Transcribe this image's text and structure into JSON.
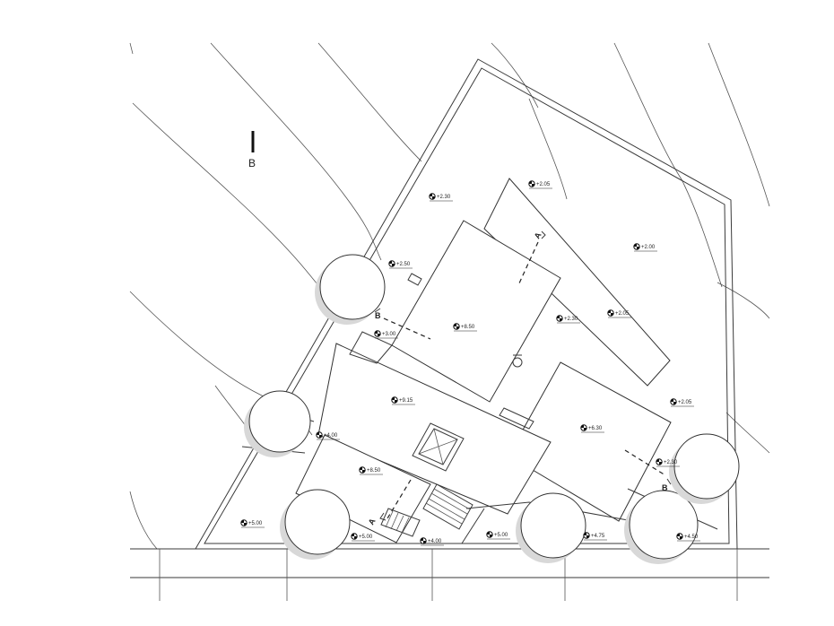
{
  "drawing": {
    "north_label": "B"
  },
  "section_markers": {
    "a_top": "A",
    "a_bottom": "A",
    "b_left": "B",
    "b_right": "B"
  },
  "levels": [
    "+2.30",
    "+2.05",
    "+2.00",
    "+2.50",
    "+3.00",
    "+8.50",
    "+2.30",
    "+2.05",
    "+9.15",
    "+2.05",
    "+4.00",
    "+6.30",
    "+2.30",
    "+8.50",
    "+5.00",
    "+5.00",
    "+4.00",
    "+5.00",
    "+4.75",
    "+4.50"
  ]
}
